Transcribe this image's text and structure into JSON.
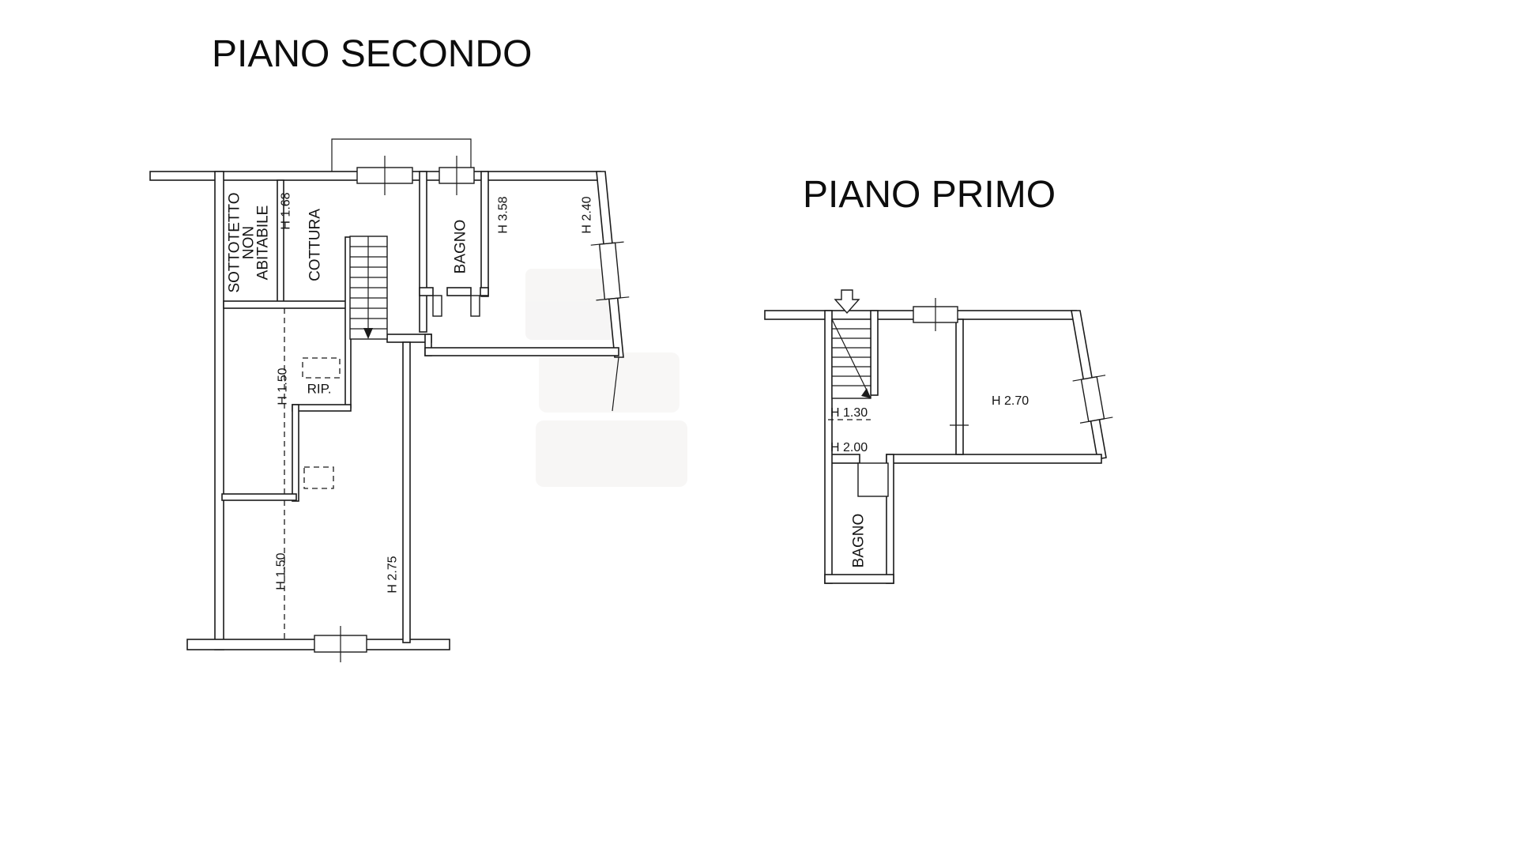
{
  "page": {
    "background": "#ffffff",
    "line_color": "#1b1b1b"
  },
  "floor_second": {
    "title": "PIANO SECONDO",
    "rooms": {
      "sottotetto_l1": "SOTTOTETTO",
      "sottotetto_l2": "NON",
      "sottotetto_l3": "ABITABILE",
      "cottura": "COTTURA",
      "bagno": "BAGNO",
      "rip": "RIP."
    },
    "heights": {
      "h168": "H 1.68",
      "h358": "H 3.58",
      "h240": "H 2.40",
      "h150_upper": "H 1.50",
      "h150_lower": "H 1.50",
      "h275": "H 2.75"
    }
  },
  "floor_first": {
    "title": "PIANO PRIMO",
    "rooms": {
      "bagno": "BAGNO"
    },
    "heights": {
      "h130": "H 1.30",
      "h200": "H 2.00",
      "h270": "H 2.70"
    }
  }
}
